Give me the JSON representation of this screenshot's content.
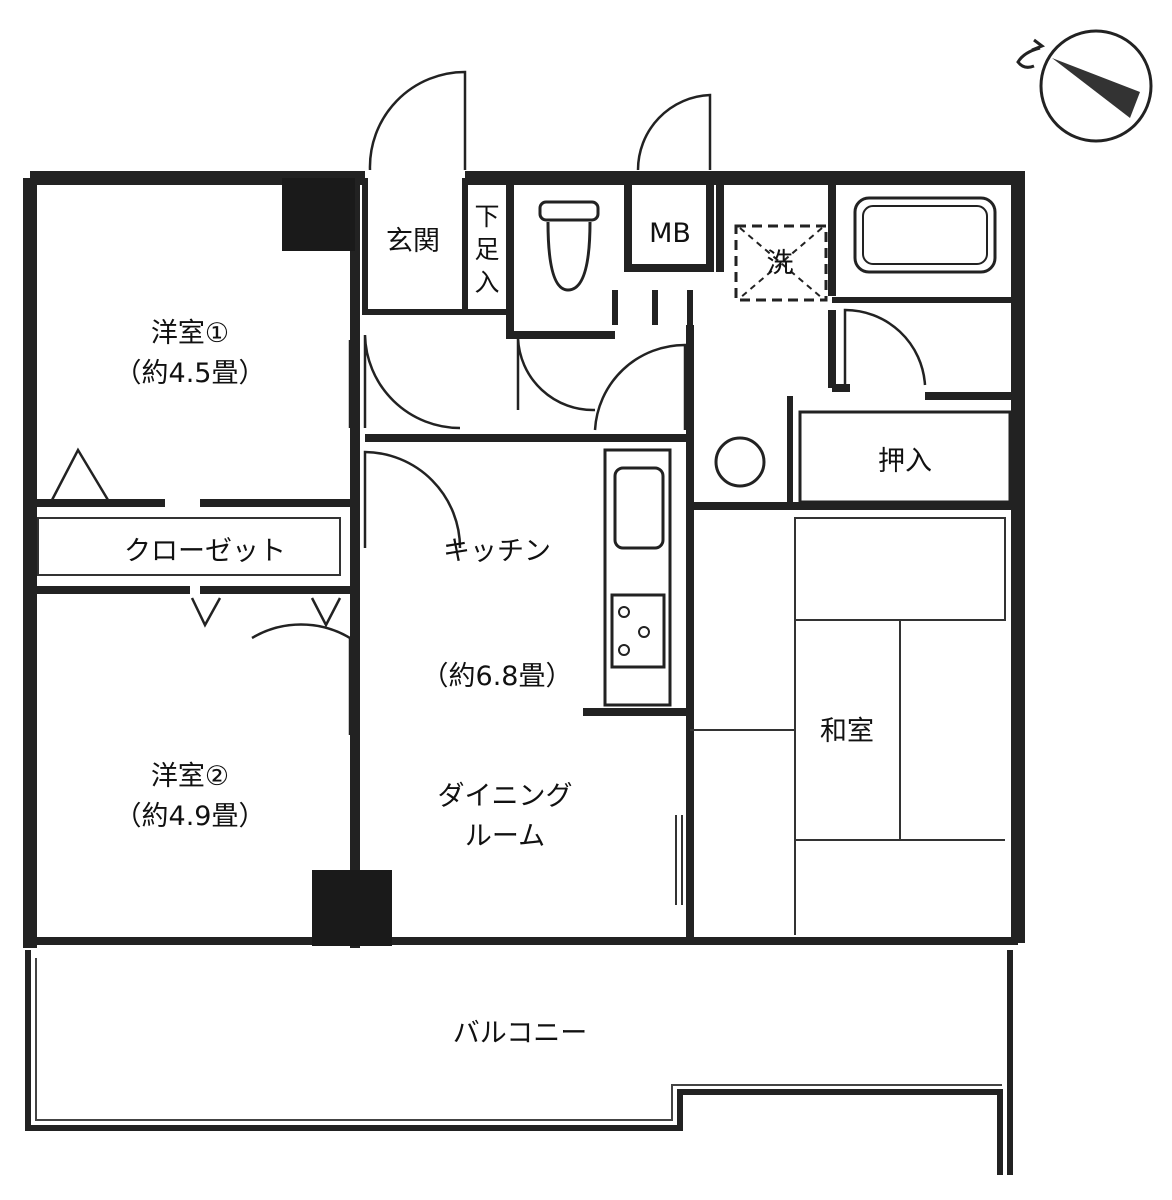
{
  "rooms": {
    "bedroom1_name": "洋室①",
    "bedroom1_size": "（約4.5畳）",
    "bedroom2_name": "洋室②",
    "bedroom2_size": "（約4.9畳）",
    "closet": "クローゼット",
    "entrance": "玄関",
    "shoe_storage": [
      "下",
      "足",
      "入"
    ],
    "meter_box": "MB",
    "washer": "洗",
    "oshiire": "押入",
    "kitchen": "キッチン",
    "ldk_size": "（約6.8畳）",
    "dining_line1": "ダイニング",
    "dining_line2": "ルーム",
    "washitsu": "和室",
    "balcony": "バルコニー"
  },
  "compass": {
    "icon": "north-arrow-icon"
  },
  "colors": {
    "line": "#222222",
    "fill_dark": "#1a1a1a",
    "background": "#ffffff"
  }
}
